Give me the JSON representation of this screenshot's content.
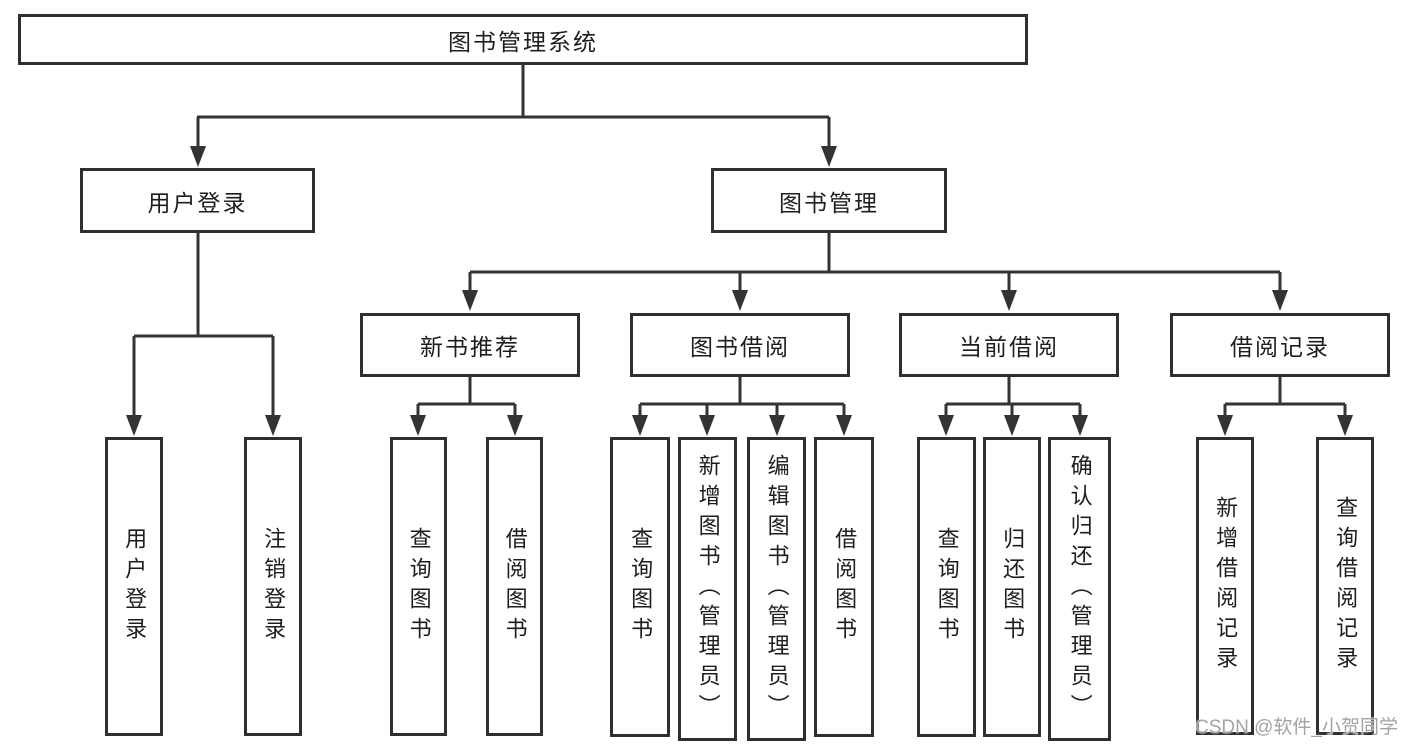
{
  "diagram": {
    "root": {
      "label": "图书管理系统"
    },
    "branches": [
      {
        "label": "用户登录",
        "children": [
          {
            "label": "用户登录"
          },
          {
            "label": "注销登录"
          }
        ]
      },
      {
        "label": "图书管理",
        "children": [
          {
            "label": "新书推荐",
            "children": [
              {
                "label": "查询图书"
              },
              {
                "label": "借阅图书"
              }
            ]
          },
          {
            "label": "图书借阅",
            "children": [
              {
                "label": "查询图书"
              },
              {
                "label": "新增图书（管理员）"
              },
              {
                "label": "编辑图书（管理员）"
              },
              {
                "label": "借阅图书"
              }
            ]
          },
          {
            "label": "当前借阅",
            "children": [
              {
                "label": "查询图书"
              },
              {
                "label": "归还图书"
              },
              {
                "label": "确认归还（管理员）"
              }
            ]
          },
          {
            "label": "借阅记录",
            "children": [
              {
                "label": "新增借阅记录"
              },
              {
                "label": "查询借阅记录"
              }
            ]
          }
        ]
      }
    ],
    "colors": {
      "line": "#333333",
      "box_border": "#2f2f2f",
      "text": "#1e1e1e",
      "background": "#ffffff",
      "watermark": "#a3a3a3"
    }
  },
  "watermark": {
    "text": "CSDN @软件_小贺同学"
  }
}
